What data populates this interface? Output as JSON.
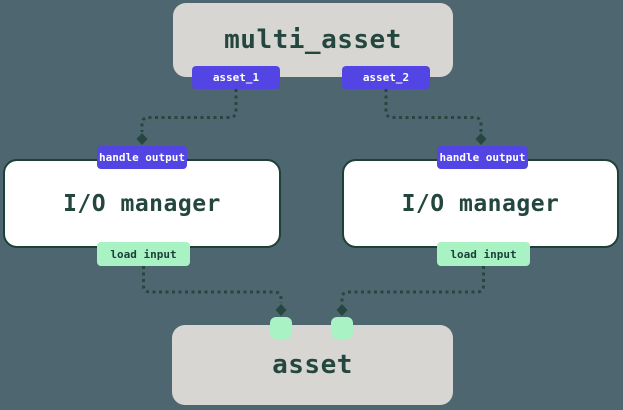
{
  "colors": {
    "background": "#4E666F",
    "box-gray": "#D8D6D3",
    "box-white": "#FFFFFF",
    "dark-green": "#23463E",
    "border-green": "#1D4038",
    "line-green": "#26473F",
    "purple": "#5245E3",
    "light-green": "#A9F2C4",
    "tag-text-light": "#FFFFFF",
    "tag-text-dark": "#1C403A"
  },
  "diagram": {
    "multi_asset_node": {
      "label": "multi_asset",
      "outputs": [
        "asset_1",
        "asset_2"
      ]
    },
    "io_manager_left": {
      "label": "I/O manager",
      "input_tag": "handle output",
      "output_tag": "load input"
    },
    "io_manager_right": {
      "label": "I/O manager",
      "input_tag": "handle output",
      "output_tag": "load input"
    },
    "asset_node": {
      "label": "asset"
    }
  }
}
